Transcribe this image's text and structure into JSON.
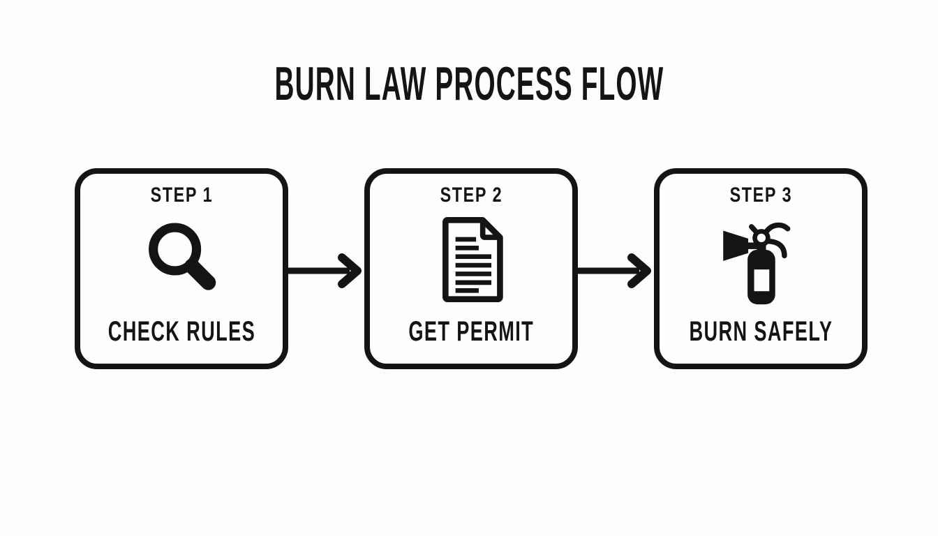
{
  "page": {
    "background_color": "#fcfdfd",
    "ink_color": "#141414"
  },
  "title": "BURN LAW PROCESS FLOW",
  "steps": [
    {
      "step_label": "STEP 1",
      "icon": "magnifier-icon",
      "action_label": "CHECK RULES"
    },
    {
      "step_label": "STEP 2",
      "icon": "document-icon",
      "action_label": "GET PERMIT"
    },
    {
      "step_label": "STEP 3",
      "icon": "fire-extinguisher-icon",
      "action_label": "BURN SAFELY"
    }
  ],
  "connectors": [
    {
      "type": "arrow-right"
    },
    {
      "type": "arrow-right"
    }
  ]
}
